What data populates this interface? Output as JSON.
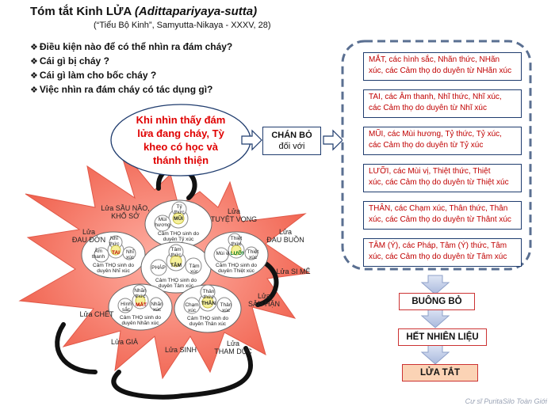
{
  "title": {
    "main": "Tóm tắt Kinh LỬA",
    "sutta": "(Adittapariyaya-sutta)"
  },
  "subtitle": "(“Tiểu Bộ Kinh”, Samyutta-Nikaya - XXXV, 28)",
  "questions": [
    "Điều kiện nào để có thể nhìn ra đám cháy?",
    "Cái gì bị  cháy ?",
    "Cái gì làm cho bốc cháy ?",
    "Việc nhìn ra đám cháy có tác dụng gì?"
  ],
  "callout": {
    "lines": [
      "Khi nhìn thấy đám",
      "lửa đang cháy, Tỳ",
      "kheo có học và",
      "thánh thiện"
    ]
  },
  "renounce_box": {
    "lines": [
      "CHÁN BỎ",
      "đối với"
    ]
  },
  "senses": [
    {
      "keyword": "MẮT",
      "lines": [
        "MẮT, các hình sắc, Nhãn thức, NHãn",
        "xúc, các Cảm thọ do duyên từ NHãn xúc"
      ]
    },
    {
      "keyword": "TAI",
      "lines": [
        "TAI, các Âm thanh, Nhĩ thức, Nhĩ xúc,",
        "các Cảm thọ do duyên từ Nhĩ xúc"
      ]
    },
    {
      "keyword": "MŨI",
      "lines": [
        "MŨI, các Mùi hương,  Tỷ thức, Tỷ xúc,",
        "các Cảm thọ do duyên từ  Tỷ xúc"
      ]
    },
    {
      "keyword": "LƯỠI",
      "lines": [
        "LƯỠI, các Mùi vị, Thiệt  thức, Thiệt",
        "xúc, các Cảm thọ do duyên từ Thiệt xúc"
      ]
    },
    {
      "keyword": "THÂN",
      "lines": [
        "THÂN, các Chạm xúc, Thân thức, Thân",
        "xúc, các Cảm thọ do duyên từ Thânt xúc"
      ]
    },
    {
      "keyword": "TÂM",
      "lines": [
        "TÂM (Ý), các  Pháp, Tâm (Ý)  thức, Tâm",
        "xúc, các Cảm thọ do duyên từ Tâm xúc"
      ]
    }
  ],
  "actions": [
    "BUÔNG BỎ",
    "HẾT NHIÊN LIỆU",
    "LỬA TẮT"
  ],
  "fires": [
    {
      "id": "sau-nao",
      "lines": [
        "Lửa SẦU NÃO,",
        "KHỔ SỞ"
      ]
    },
    {
      "id": "tuyet-vong",
      "lines": [
        "Lửa",
        "TUYỆT VỌNG"
      ]
    },
    {
      "id": "dau-don",
      "lines": [
        "Lửa",
        "ĐAU ĐỚN"
      ]
    },
    {
      "id": "dau-buon",
      "lines": [
        "Lửa",
        "ĐAU BUỒN"
      ]
    },
    {
      "id": "si-me",
      "lines": [
        "Lửa SI MÊ"
      ]
    },
    {
      "id": "san-han",
      "lines": [
        "Lửa",
        "SÂN HẬN"
      ]
    },
    {
      "id": "chet",
      "lines": [
        "Lửa  CHẾT"
      ]
    },
    {
      "id": "gia",
      "lines": [
        "Lửa  GIÀ"
      ]
    },
    {
      "id": "sinh",
      "lines": [
        "Lửa  SINH"
      ]
    },
    {
      "id": "tham-duc",
      "lines": [
        "Lửa",
        "THAM DỤC"
      ]
    }
  ],
  "wheels": [
    {
      "id": "nose",
      "center": "MŨI",
      "left": "Mùi hương",
      "right": "",
      "top": "Tỷ thức",
      "bottom": [
        "Cảm THỌ sinh do",
        "duyên Tỷ xúc"
      ]
    },
    {
      "id": "ear",
      "center": "TAI",
      "left": "Âm thanh",
      "right": "Nhĩ xúc",
      "top": "Nhĩ thức",
      "bottom": [
        "Cảm THỌ sinh do",
        "duyên Nhĩ xúc"
      ]
    },
    {
      "id": "mind",
      "center": "TÂM",
      "left": "PHÁP",
      "right": "Tâm xúc",
      "top": "Tâm thức",
      "bottom": [
        "Cảm THỌ sinh do",
        "duyên Tâm xúc"
      ]
    },
    {
      "id": "tongue",
      "center": "LƯỠI",
      "left": "Mùi vị",
      "right": "Thiệt xúc",
      "top": "Thiệt thức",
      "bottom": [
        "Cảm THỌ sinh do",
        "duyên Thiệt xúc"
      ]
    },
    {
      "id": "eye",
      "center": "MẮT",
      "left": "Hình sắc",
      "right": "Nhãn xúc",
      "top": "Nhãn thức",
      "bottom": [
        "Cảm THỌ sinh do",
        "duyên Nhãn xúc"
      ]
    },
    {
      "id": "body",
      "center": "THÂN",
      "left": "Chạm xúc",
      "right": "Thân xúc",
      "top": "Thân thức",
      "bottom": [
        "Cảm THỌ sinh do",
        "duyên Thân xúc"
      ]
    }
  ],
  "credit": "Cư sĩ PuritaSilo Toàn Giới",
  "colors": {
    "accent_red": "#e00000",
    "keyword_red": "#c00000",
    "box_blue": "#1f3c6e",
    "dashed_frame": "#5a6f91",
    "star_fill": "#f46b5b",
    "arrow_fill": "#b9c7e6"
  }
}
